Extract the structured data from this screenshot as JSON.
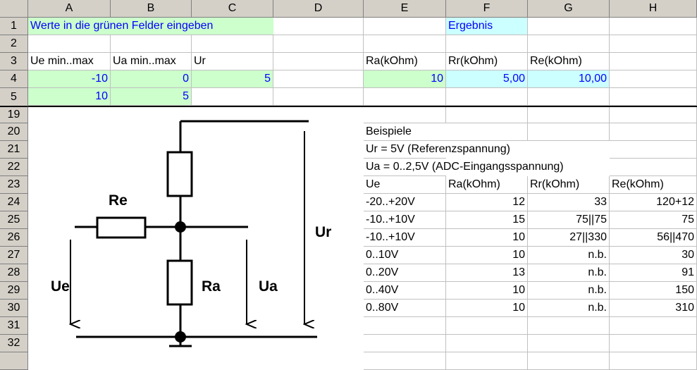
{
  "columns": [
    "A",
    "B",
    "C",
    "D",
    "E",
    "F",
    "G",
    "H"
  ],
  "rows": [
    "1",
    "2",
    "3",
    "4",
    "5",
    "19",
    "20",
    "21",
    "22",
    "23",
    "24",
    "25",
    "26",
    "27",
    "28",
    "29",
    "30",
    "31",
    "32"
  ],
  "instruction": "Werte in die grünen Felder eingeben",
  "result_label": "Ergebnis",
  "input_headers": {
    "ue": "Ue min..max",
    "ua": "Ua min..max",
    "ur": "Ur"
  },
  "inputs": {
    "ue_min": "-10",
    "ua_min": "0",
    "ur": "5",
    "ue_max": "10",
    "ua_max": "5"
  },
  "output_headers": {
    "ra": "Ra(kOhm)",
    "rr": "Rr(kOhm)",
    "re": "Re(kOhm)"
  },
  "outputs": {
    "ra": "10",
    "rr": "5,00",
    "re": "10,00"
  },
  "examples": {
    "title": "Beispiele",
    "note1": "Ur = 5V (Referenzspannung)",
    "note2": "Ua = 0..2,5V (ADC-Eingangsspannung)",
    "headers": [
      "Ue",
      "Ra(kOhm)",
      "Rr(kOhm)",
      "Re(kOhm)"
    ],
    "rows": [
      [
        "-20..+20V",
        "12",
        "33",
        "120+12"
      ],
      [
        "-10..+10V",
        "15",
        "75||75",
        "75"
      ],
      [
        "-10..+10V",
        "10",
        "27||330",
        "56||470"
      ],
      [
        "0..10V",
        "10",
        "n.b.",
        "30"
      ],
      [
        "0..20V",
        "13",
        "n.b.",
        "91"
      ],
      [
        "0..40V",
        "10",
        "n.b.",
        "150"
      ],
      [
        "0..80V",
        "10",
        "n.b.",
        "310"
      ]
    ]
  },
  "circuit": {
    "re": "Re",
    "ra": "Ra",
    "ue": "Ue",
    "ua": "Ua",
    "ur": "Ur"
  }
}
